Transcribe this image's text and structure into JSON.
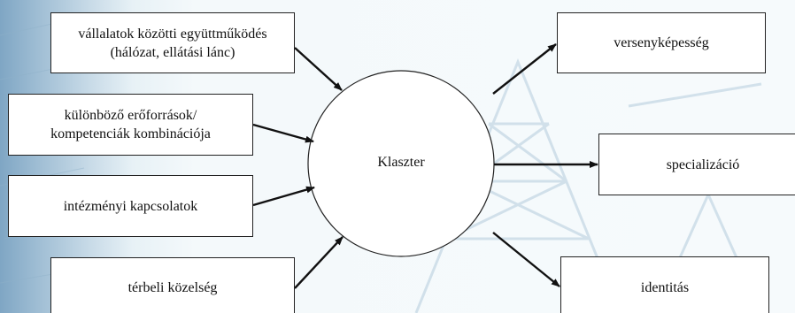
{
  "center": {
    "label": "Klaszter"
  },
  "inputs": [
    {
      "line1": "vállalatok közötti együttműködés",
      "line2": "(hálózat, ellátási lánc)"
    },
    {
      "line1": "különböző erőforrások/",
      "line2": "kompetenciák kombinációja"
    },
    {
      "line1": "intézményi kapcsolatok",
      "line2": ""
    },
    {
      "line1": "térbeli közelség",
      "line2": ""
    }
  ],
  "outputs": [
    {
      "label": "versenyképesség"
    },
    {
      "label": "specializáció"
    },
    {
      "label": "identitás"
    }
  ]
}
